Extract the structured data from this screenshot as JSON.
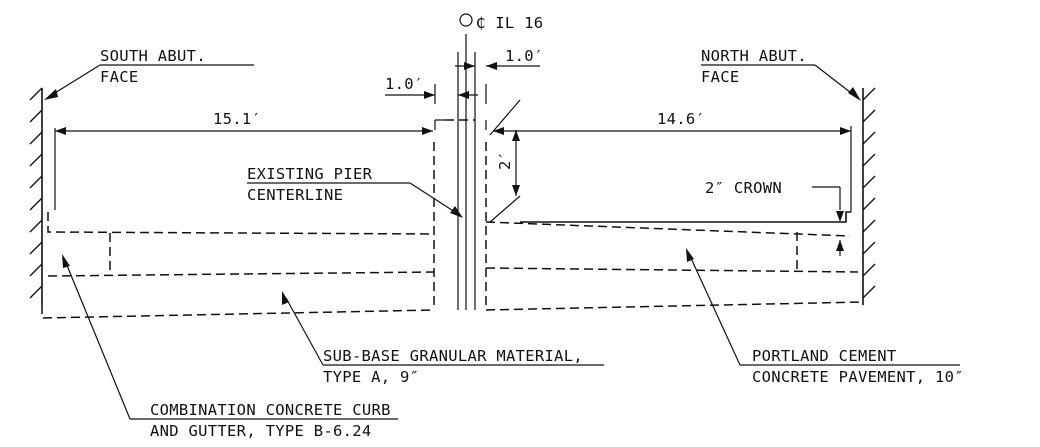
{
  "labels": {
    "centerline": "₵ IL 16",
    "south_abut_line1": "SOUTH ABUT.",
    "south_abut_line2": "FACE",
    "north_abut_line1": "NORTH ABUT.",
    "north_abut_line2": "FACE",
    "dim_left_gap": "1.0′",
    "dim_right_gap": "1.0′",
    "dim_south_span": "15.1′",
    "dim_north_span": "14.6′",
    "dim_vertical": "2′",
    "existing_pier_line1": "EXISTING PIER",
    "existing_pier_line2": "CENTERLINE",
    "crown": "2″ CROWN",
    "subbase_line1": "SUB-BASE GRANULAR MATERIAL,",
    "subbase_line2": "TYPE A, 9″",
    "pcc_line1": "PORTLAND CEMENT",
    "pcc_line2": "CONCRETE PAVEMENT, 10″",
    "curb_line1": "COMBINATION CONCRETE CURB",
    "curb_line2": "AND GUTTER, TYPE B-6.24"
  }
}
